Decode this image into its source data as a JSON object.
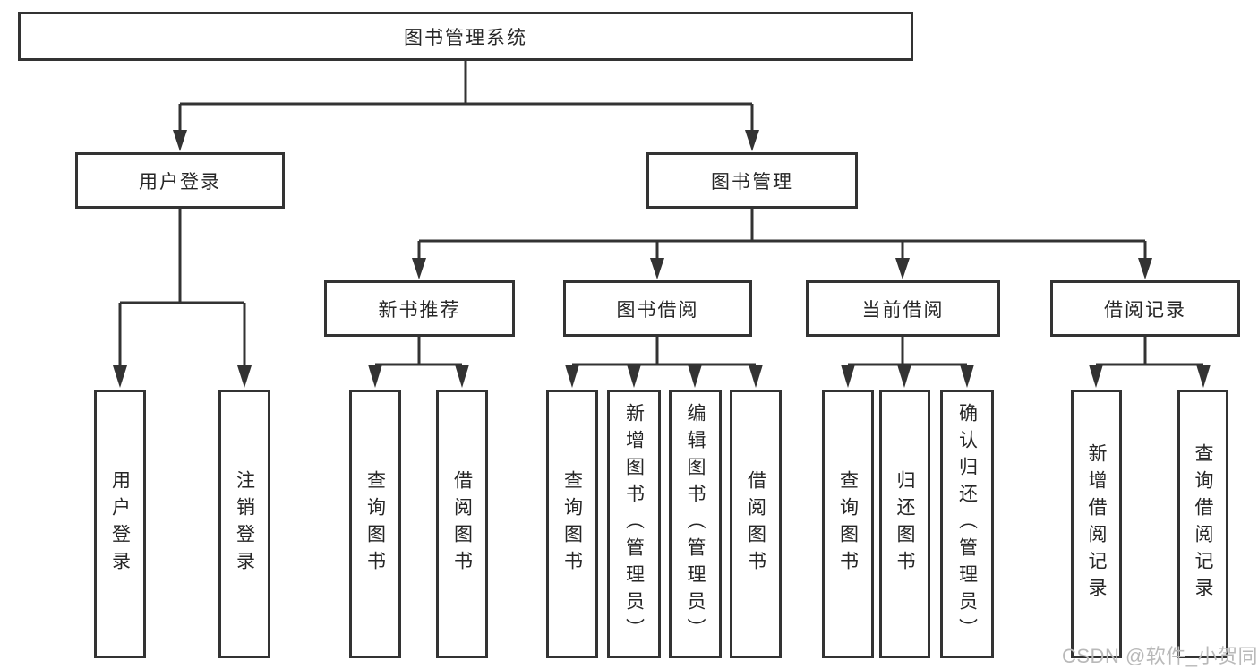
{
  "diagram": {
    "root": {
      "label": "图书管理系统"
    },
    "branches": [
      {
        "label": "用户登录",
        "children": [
          {
            "label": "用户登录"
          },
          {
            "label": "注销登录"
          }
        ]
      },
      {
        "label": "图书管理",
        "children": [
          {
            "label": "新书推荐",
            "children": [
              {
                "label": "查询图书"
              },
              {
                "label": "借阅图书"
              }
            ]
          },
          {
            "label": "图书借阅",
            "children": [
              {
                "label": "查询图书"
              },
              {
                "label": "新增图书（管理员）"
              },
              {
                "label": "编辑图书（管理员）"
              },
              {
                "label": "借阅图书"
              }
            ]
          },
          {
            "label": "当前借阅",
            "children": [
              {
                "label": "查询图书"
              },
              {
                "label": "归还图书"
              },
              {
                "label": "确认归还（管理员）"
              }
            ]
          },
          {
            "label": "借阅记录",
            "children": [
              {
                "label": "新增借阅记录"
              },
              {
                "label": "查询借阅记录"
              }
            ]
          }
        ]
      }
    ]
  },
  "watermark": {
    "text": "CSDN @软件_小贺同学"
  },
  "colors": {
    "line": "#333333",
    "text": "#262626",
    "background": "#ffffff",
    "watermark": "#b9b9b9"
  }
}
